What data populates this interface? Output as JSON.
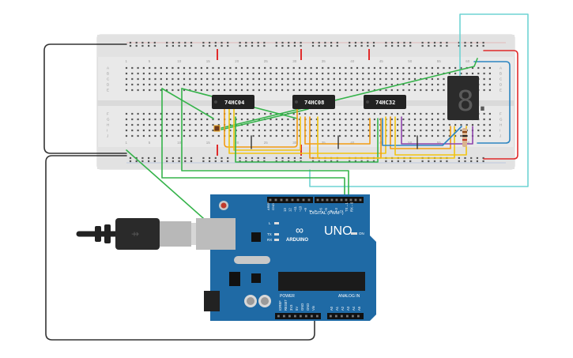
{
  "breadboard": {
    "column_numbers": [
      "1",
      "5",
      "10",
      "15",
      "20",
      "25",
      "30",
      "35",
      "40",
      "45",
      "50",
      "55",
      "60"
    ],
    "row_letters_top": [
      "A",
      "B",
      "C",
      "D",
      "E"
    ],
    "row_letters_bottom": [
      "F",
      "G",
      "H",
      "I",
      "J"
    ]
  },
  "chips": [
    {
      "label": "74HC04"
    },
    {
      "label": "74HC08"
    },
    {
      "label": "74HC32"
    }
  ],
  "display": {
    "digit": "8."
  },
  "arduino": {
    "brand": "ARDUINO",
    "model": "UNO",
    "digital_label": "DIGITAL (PWM~)",
    "power_label": "POWER",
    "analog_label": "ANALOG IN",
    "on_label": "ON",
    "tx_label": "TX",
    "rx_label": "RX",
    "l_label": "L",
    "aref": "AREF",
    "gnd": "GND",
    "power_pins": [
      "IOREF",
      "RESET",
      "3V3",
      "5V",
      "GND",
      "GND",
      "Vin"
    ],
    "analog_pins": [
      "A0",
      "A1",
      "A2",
      "A3",
      "A4",
      "A5"
    ],
    "digital_pins": [
      "13",
      "12",
      "~11",
      "~10",
      "~9",
      "8",
      "7",
      "~6",
      "~5",
      "4",
      "~3",
      "2",
      "TX→1",
      "RX←0"
    ]
  },
  "colors": {
    "breadboard": "#e9e9e9",
    "board": "#1f6aa5",
    "wire_green": "#35b34a",
    "wire_orange": "#f39c12",
    "wire_yellow": "#f1c40f",
    "wire_blue": "#2e86c1",
    "wire_cyan": "#6fd3d3",
    "wire_red": "#e02b2b",
    "wire_black": "#333333",
    "wire_purple": "#8e44ad"
  }
}
